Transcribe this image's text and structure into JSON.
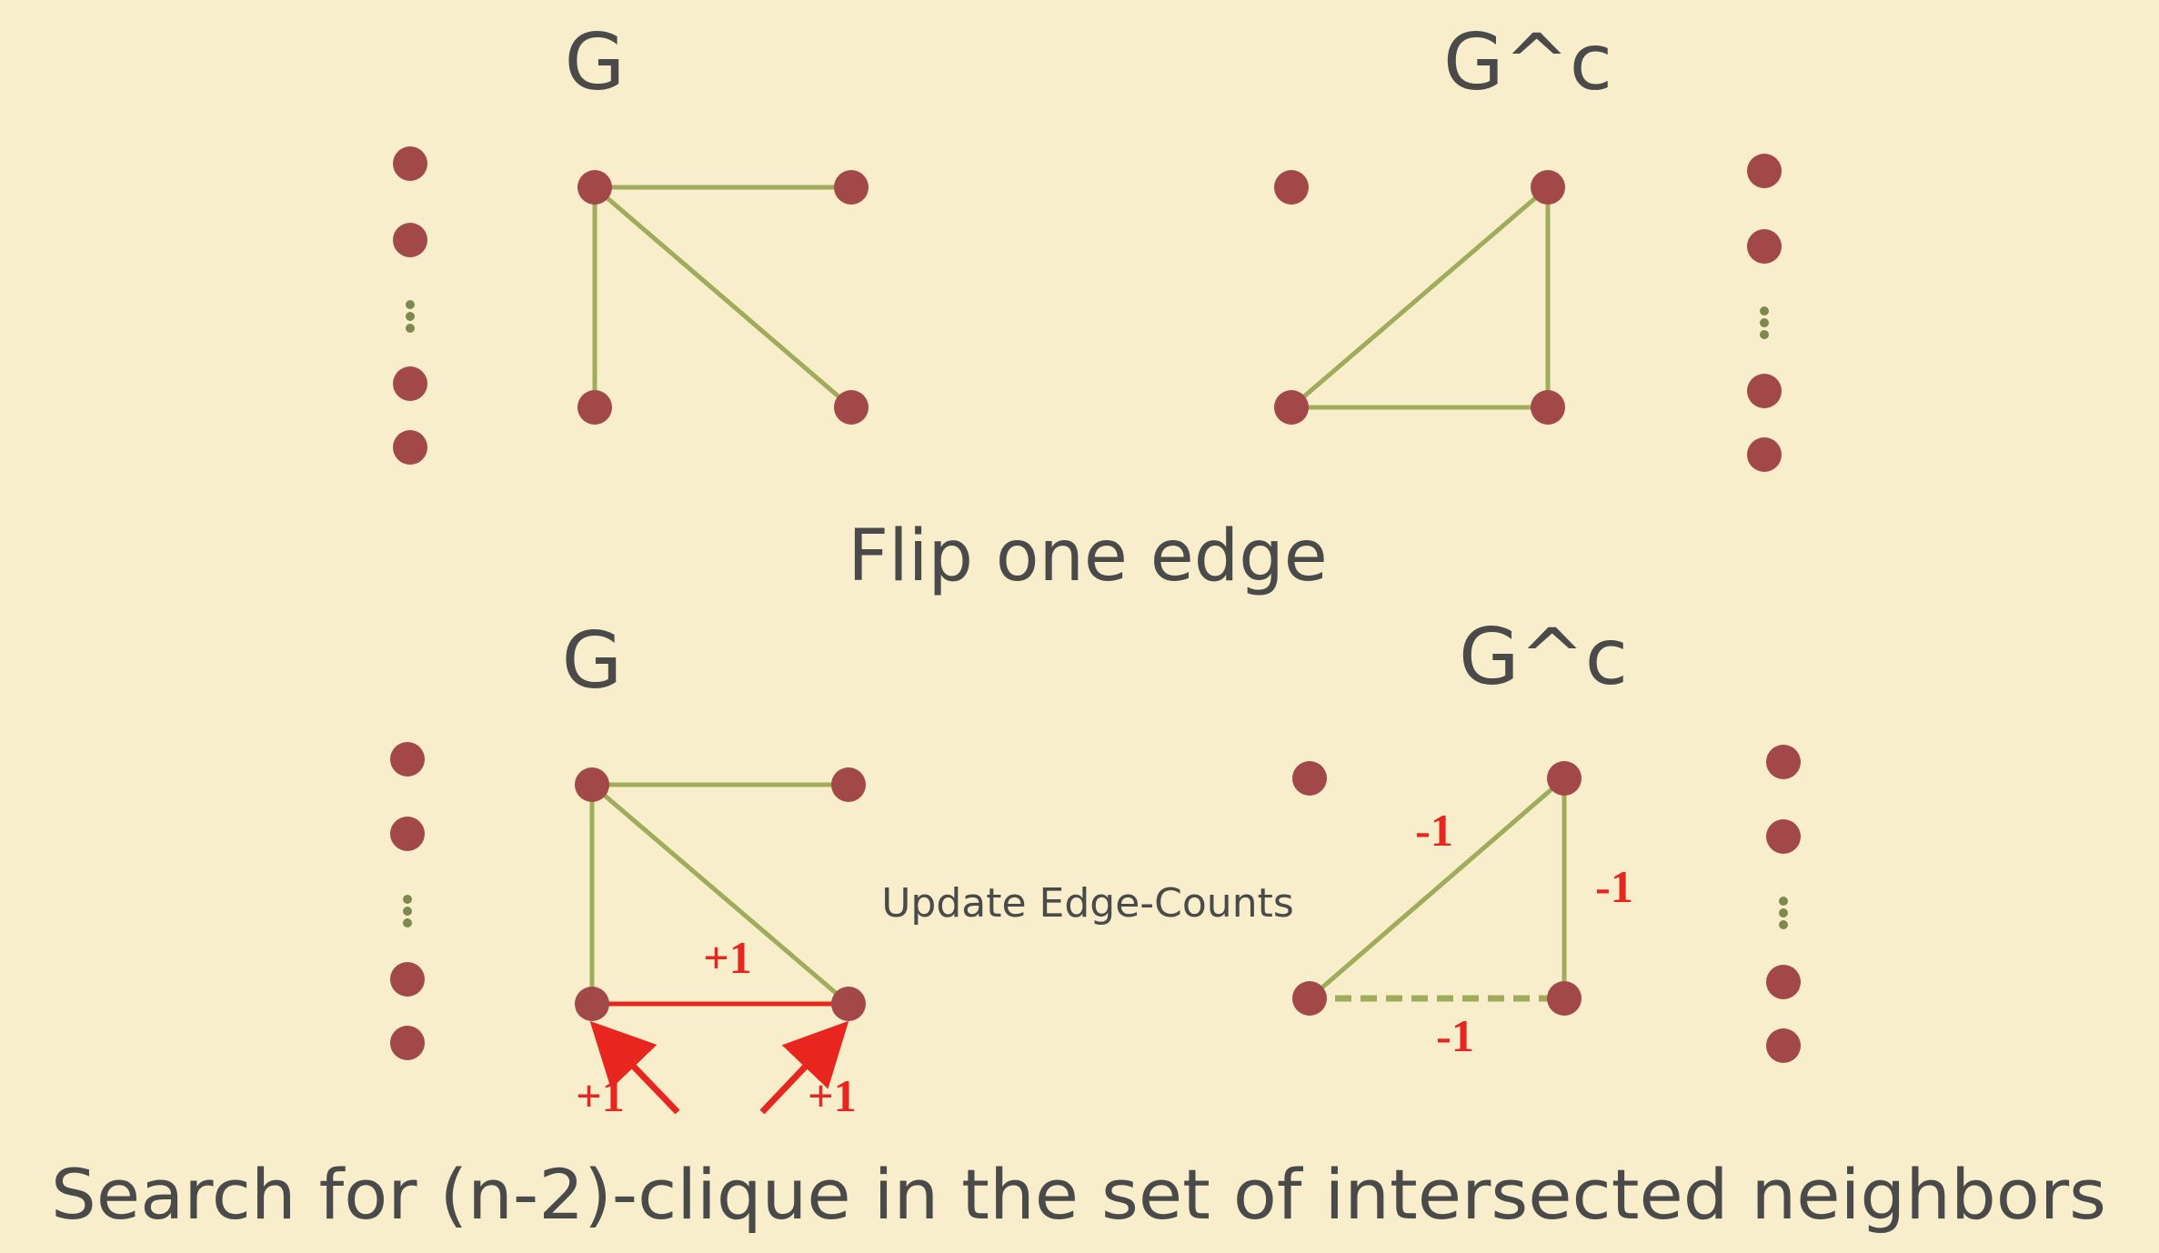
{
  "colors": {
    "background": "#f8eecb",
    "node": "#a34848",
    "edge": "#9fac5b",
    "highlight": "#e8261f",
    "text": "#4a4a4a",
    "ellipsis": "#7c8a4e"
  },
  "top": {
    "left_graph_label": "G",
    "right_graph_label": "G^c"
  },
  "middle": {
    "caption": "Flip one edge"
  },
  "bottom": {
    "left_graph_label": "G",
    "right_graph_label": "G^c",
    "center_note": "Update Edge-Counts",
    "flipped_edge_label": "+1",
    "left_node_label": "+1",
    "right_node_label": "+1",
    "complement_diagonal_label": "-1",
    "complement_vertical_label": "-1",
    "complement_removed_label": "-1"
  },
  "footer": {
    "text": "Search for (n-2)-clique in the set of intersected neighbors"
  }
}
